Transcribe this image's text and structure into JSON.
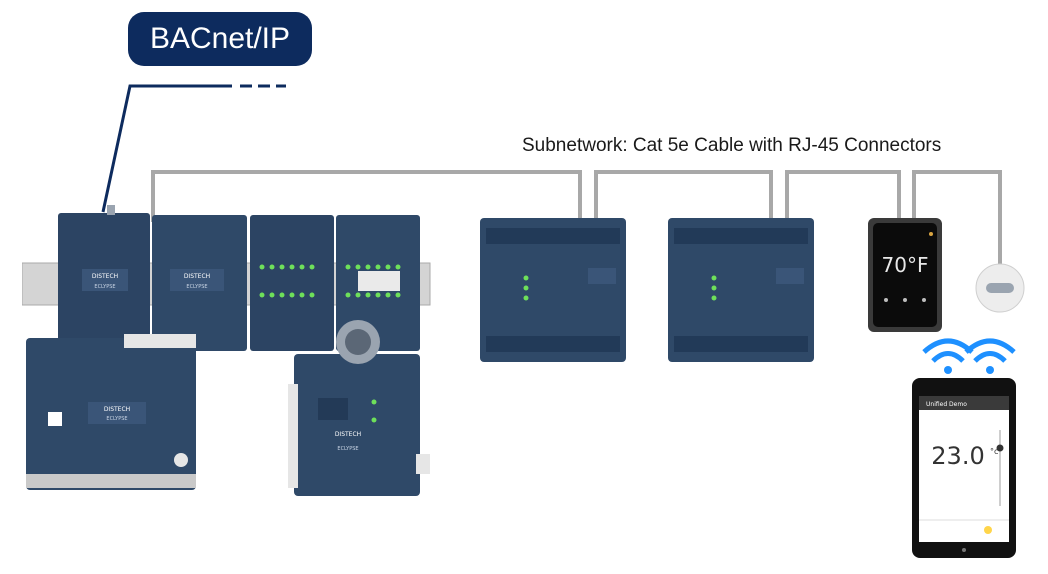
{
  "network_label": "BACnet/IP",
  "subnetwork_label": "Subnetwork: Cat 5e Cable with RJ-45 Connectors",
  "brand_text": "DISTECH",
  "product_text": "ECLYPSE",
  "thermostat_temp": "70°F",
  "tablet": {
    "header": "Unified Demo",
    "temperature": "23.0",
    "unit": "°c"
  },
  "colors": {
    "network_pill": "#0d2b5e",
    "subnet_cable": "#a8a8a8",
    "device_body": "#2c4463",
    "led_green": "#6ee05a",
    "wifi": "#1e90ff"
  }
}
